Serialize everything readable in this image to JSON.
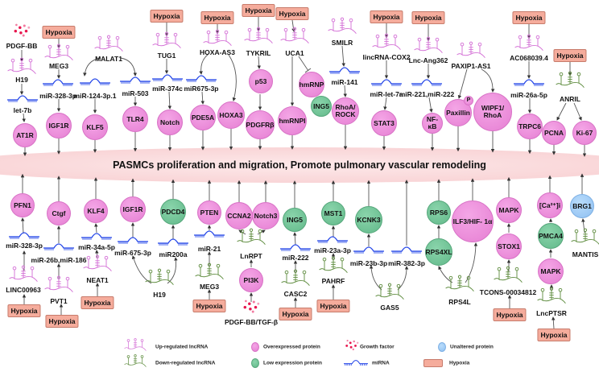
{
  "title": "PASMCs proliferation and migration, Promote pulmonary vascular remodeling",
  "colors": {
    "overexpressed": "#e67fd3",
    "low_expression": "#62b98a",
    "unaltered": "#8fc0f2",
    "up_lncRNA": "#d470d6",
    "down_lncRNA": "#5e8c3e",
    "mirna": "#2446e8",
    "hypoxia": "#f5ac9c",
    "growth_factor": "#e8174f"
  },
  "nodes": [
    {
      "label": "PDGF-BB",
      "type": "growth-factor"
    },
    {
      "label": "H19",
      "type": "lncRNA-up"
    },
    {
      "label": "let-7b",
      "type": "miRNA"
    },
    {
      "label": "AT1R",
      "type": "overexpressed"
    },
    {
      "label": "Hypoxia",
      "type": "hypoxia"
    },
    {
      "label": "MEG3",
      "type": "lncRNA-up"
    },
    {
      "label": "miR-328-3p",
      "type": "miRNA"
    },
    {
      "label": "IGF1R",
      "type": "overexpressed"
    },
    {
      "label": "MALAT1",
      "type": "lncRNA-up"
    },
    {
      "label": "miR-124-3p.1",
      "type": "miRNA"
    },
    {
      "label": "KLF5",
      "type": "overexpressed"
    },
    {
      "label": "miR-503",
      "type": "miRNA"
    },
    {
      "label": "TLR4",
      "type": "overexpressed"
    },
    {
      "label": "Hypoxia",
      "type": "hypoxia"
    },
    {
      "label": "TUG1",
      "type": "lncRNA-up"
    },
    {
      "label": "miR-374c",
      "type": "miRNA"
    },
    {
      "label": "Notch",
      "type": "overexpressed"
    },
    {
      "label": "Hypoxia",
      "type": "hypoxia"
    },
    {
      "label": "HOXA-AS3",
      "type": "lncRNA-up"
    },
    {
      "label": "miR675-3p",
      "type": "miRNA"
    },
    {
      "label": "PDE5A",
      "type": "overexpressed"
    },
    {
      "label": "HOXA3",
      "type": "overexpressed"
    },
    {
      "label": "Hypoxia",
      "type": "hypoxia"
    },
    {
      "label": "TYKRIL",
      "type": "lncRNA-up"
    },
    {
      "label": "p53",
      "type": "overexpressed"
    },
    {
      "label": "PDGFRβ",
      "type": "overexpressed"
    },
    {
      "label": "Hypoxia",
      "type": "hypoxia"
    },
    {
      "label": "UCA1",
      "type": "lncRNA-up"
    },
    {
      "label": "hmRNPI",
      "type": "overexpressed"
    },
    {
      "label": "hmRNP",
      "type": "overexpressed"
    },
    {
      "label": "ING5",
      "type": "low-expression"
    },
    {
      "label": "SMILR",
      "type": "lncRNA-up"
    },
    {
      "label": "miR-141",
      "type": "miRNA"
    },
    {
      "label": "RhoA/ ROCK",
      "type": "overexpressed"
    },
    {
      "label": "Hypoxia",
      "type": "hypoxia"
    },
    {
      "label": "lincRNA-COX2",
      "type": "lncRNA-up"
    },
    {
      "label": "miR-let-7a",
      "type": "miRNA"
    },
    {
      "label": "STAT3",
      "type": "overexpressed"
    },
    {
      "label": "Hypoxia",
      "type": "hypoxia"
    },
    {
      "label": "Lnc-Ang362",
      "type": "lncRNA-up"
    },
    {
      "label": "miR-221,miR-222",
      "type": "miRNA"
    },
    {
      "label": "NF- κB",
      "type": "overexpressed"
    },
    {
      "label": "PAXIP1-AS1",
      "type": "lncRNA-up"
    },
    {
      "label": "Paxillin",
      "type": "overexpressed"
    },
    {
      "label": "P",
      "type": "overexpressed"
    },
    {
      "label": "WIPF1/ RhoA",
      "type": "overexpressed"
    },
    {
      "label": "Hypoxia",
      "type": "hypoxia"
    },
    {
      "label": "AC068039.4",
      "type": "lncRNA-up"
    },
    {
      "label": "miR-26a-5p",
      "type": "miRNA"
    },
    {
      "label": "TRPC6",
      "type": "overexpressed"
    },
    {
      "label": "Hypoxia",
      "type": "hypoxia"
    },
    {
      "label": "ANRIL",
      "type": "lncRNA-down"
    },
    {
      "label": "PCNA",
      "type": "overexpressed"
    },
    {
      "label": "Ki-67",
      "type": "overexpressed"
    },
    {
      "label": "PFN1",
      "type": "overexpressed"
    },
    {
      "label": "miR-328-3p",
      "type": "miRNA"
    },
    {
      "label": "LINC00963",
      "type": "lncRNA-up"
    },
    {
      "label": "Hypoxia",
      "type": "hypoxia"
    },
    {
      "label": "Ctgf",
      "type": "overexpressed"
    },
    {
      "label": "miR-26b,miR-186",
      "type": "miRNA"
    },
    {
      "label": "PVT1",
      "type": "lncRNA-up"
    },
    {
      "label": "Hypoxia",
      "type": "hypoxia"
    },
    {
      "label": "KLF4",
      "type": "overexpressed"
    },
    {
      "label": "miR-34a-5p",
      "type": "miRNA"
    },
    {
      "label": "NEAT1",
      "type": "lncRNA-up"
    },
    {
      "label": "Hypoxia",
      "type": "hypoxia"
    },
    {
      "label": "IGF1R",
      "type": "overexpressed"
    },
    {
      "label": "miR-675-3p",
      "type": "miRNA"
    },
    {
      "label": "H19",
      "type": "lncRNA-down"
    },
    {
      "label": "PDCD4",
      "type": "low-expression"
    },
    {
      "label": "miR200a",
      "type": "miRNA"
    },
    {
      "label": "PTEN",
      "type": "overexpressed"
    },
    {
      "label": "miR-21",
      "type": "miRNA"
    },
    {
      "label": "MEG3",
      "type": "lncRNA-down"
    },
    {
      "label": "Hypoxia",
      "type": "hypoxia"
    },
    {
      "label": "CCNA2",
      "type": "overexpressed"
    },
    {
      "label": "Notch3",
      "type": "overexpressed"
    },
    {
      "label": "LnRPT",
      "type": "lncRNA-down"
    },
    {
      "label": "PI3K",
      "type": "overexpressed"
    },
    {
      "label": "PDGF-BB/TGF-β",
      "type": "growth-factor"
    },
    {
      "label": "ING5",
      "type": "low-expression"
    },
    {
      "label": "miR-222",
      "type": "miRNA"
    },
    {
      "label": "CASC2",
      "type": "lncRNA-down"
    },
    {
      "label": "Hypoxia",
      "type": "hypoxia"
    },
    {
      "label": "MST1",
      "type": "low-expression"
    },
    {
      "label": "miR-23a-3p",
      "type": "miRNA"
    },
    {
      "label": "PAHRF",
      "type": "lncRNA-down"
    },
    {
      "label": "Hypoxia",
      "type": "hypoxia"
    },
    {
      "label": "KCNK3",
      "type": "low-expression"
    },
    {
      "label": "miR-23b-3p",
      "type": "miRNA"
    },
    {
      "label": "miR-382-3p",
      "type": "miRNA"
    },
    {
      "label": "GAS5",
      "type": "lncRNA-down"
    },
    {
      "label": "RPS6",
      "type": "low-expression"
    },
    {
      "label": "RPS4XL",
      "type": "low-expression"
    },
    {
      "label": "RPS4L",
      "type": "lncRNA-down"
    },
    {
      "label": "ILF3/HIF- 1α",
      "type": "overexpressed"
    },
    {
      "label": "MAPK",
      "type": "overexpressed"
    },
    {
      "label": "STOX1",
      "type": "overexpressed"
    },
    {
      "label": "TCONS-00034812",
      "type": "lncRNA-down"
    },
    {
      "label": "Hypoxia",
      "type": "hypoxia"
    },
    {
      "label": "[Ca²⁺]i",
      "type": "overexpressed"
    },
    {
      "label": "PMCA4",
      "type": "low-expression"
    },
    {
      "label": "MAPK",
      "type": "overexpressed"
    },
    {
      "label": "LncPTSR",
      "type": "lncRNA-down"
    },
    {
      "label": "Hypoxia",
      "type": "hypoxia"
    },
    {
      "label": "BRG1",
      "type": "unaltered"
    },
    {
      "label": "MANTIS",
      "type": "lncRNA-down"
    }
  ],
  "legend": [
    {
      "label": "Up-regulated lncRNA",
      "type": "lncRNA-up"
    },
    {
      "label": "Overexpressed protein",
      "type": "overexpressed"
    },
    {
      "label": "Growth factor",
      "type": "growth-factor"
    },
    {
      "label": "Unaltered protein",
      "type": "unaltered"
    },
    {
      "label": "Down-regulated lncRNA",
      "type": "lncRNA-down"
    },
    {
      "label": "Low expression protein",
      "type": "low-expression"
    },
    {
      "label": "miRNA",
      "type": "miRNA"
    },
    {
      "label": "Hypoxia",
      "type": "hypoxia"
    }
  ]
}
